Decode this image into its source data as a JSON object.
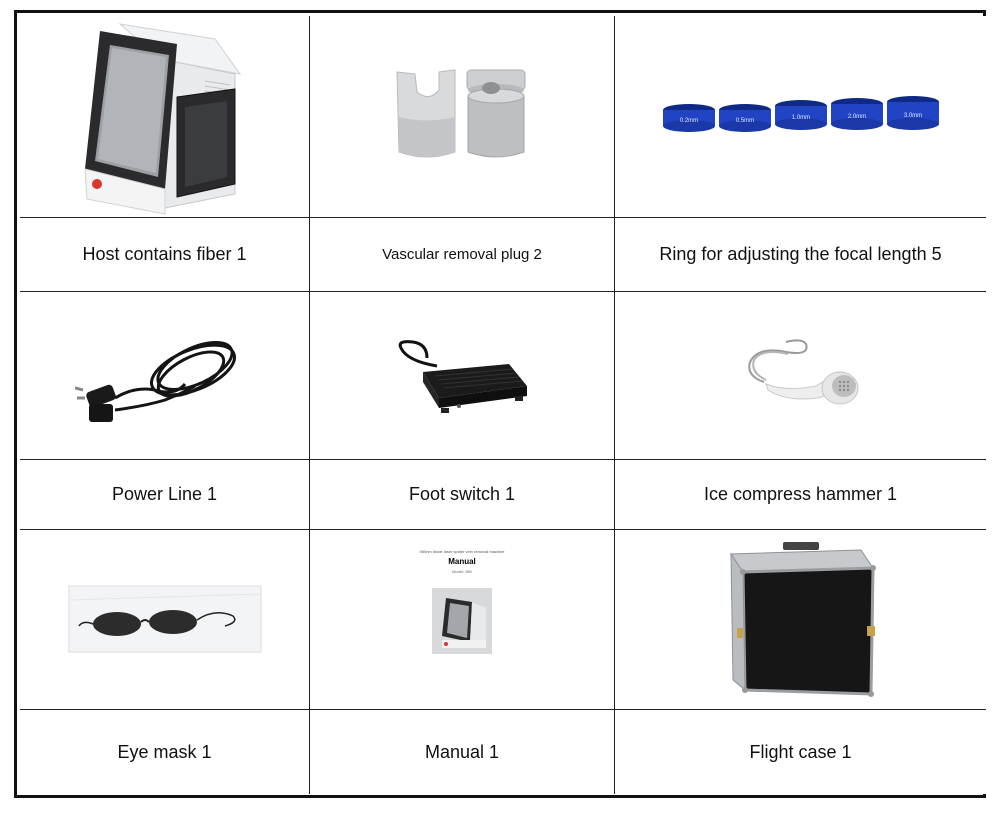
{
  "rows": [
    {
      "items": [
        {
          "label": "Host contains fiber 1",
          "icon": "laser-host-machine-icon"
        },
        {
          "label": "Vascular removal plug 2",
          "icon": "vascular-removal-plug-icon"
        },
        {
          "label": "Ring for adjusting the focal length 5",
          "icon": "focal-rings-icon",
          "ring_labels": [
            "0.2mm",
            "0.5mm",
            "1.0mm",
            "2.0mm",
            "3.0mm"
          ]
        }
      ]
    },
    {
      "items": [
        {
          "label": "Power Line 1",
          "icon": "power-cable-icon"
        },
        {
          "label": "Foot switch 1",
          "icon": "foot-switch-icon"
        },
        {
          "label": "Ice compress hammer 1",
          "icon": "ice-compress-hammer-icon"
        }
      ]
    },
    {
      "items": [
        {
          "label": "Eye mask 1",
          "icon": "eye-mask-goggles-icon"
        },
        {
          "label": "Manual 1",
          "icon": "manual-booklet-icon",
          "manual": {
            "subtitle": "980nm diode laser spider vein removal machine",
            "title": "Manual",
            "model": "Model: 980"
          }
        },
        {
          "label": "Flight case 1",
          "icon": "flight-case-icon"
        }
      ]
    }
  ],
  "colors": {
    "border": "#111111",
    "ring_blue": "#1f3fb8",
    "case_black": "#161616",
    "case_silver": "#b9bcc0"
  }
}
